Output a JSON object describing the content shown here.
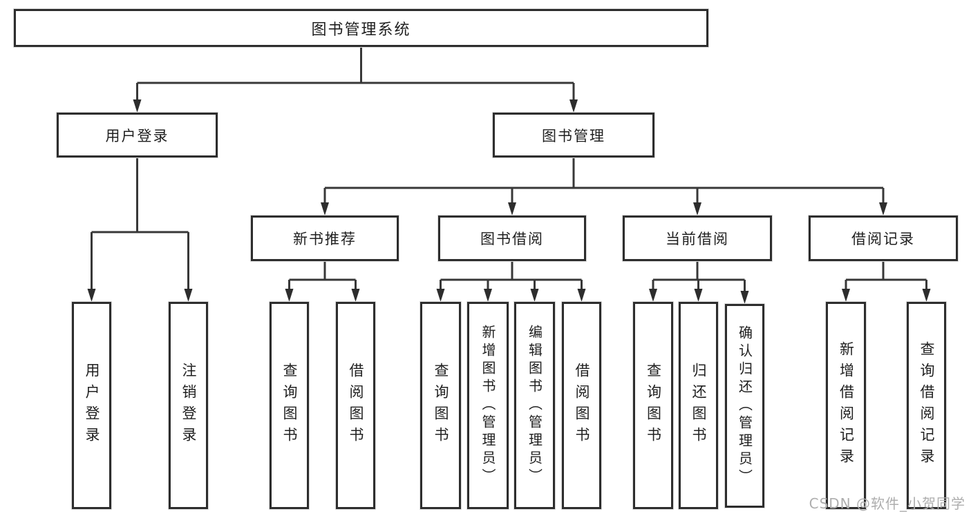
{
  "nodes": {
    "root": {
      "label": "图书管理系统"
    },
    "l2": [
      {
        "label": "用户登录"
      },
      {
        "label": "图书管理"
      }
    ],
    "l3": [
      {
        "label": "新书推荐"
      },
      {
        "label": "图书借阅"
      },
      {
        "label": "当前借阅"
      },
      {
        "label": "借阅记录"
      }
    ],
    "leaves": {
      "userLogin": [
        {
          "label": "用户登录"
        },
        {
          "label": "注销登录"
        }
      ],
      "newRec": [
        {
          "label": "查询图书"
        },
        {
          "label": "借阅图书"
        }
      ],
      "bookBorrow": [
        {
          "label": "查询图书"
        },
        {
          "label": "新增图书（管理员）"
        },
        {
          "label": "编辑图书（管理员）"
        },
        {
          "label": "借阅图书"
        }
      ],
      "curBorrow": [
        {
          "label": "查询图书"
        },
        {
          "label": "归还图书"
        },
        {
          "label": "确认归还（管理员）"
        }
      ],
      "records": [
        {
          "label": "新增借阅记录"
        },
        {
          "label": "查询借阅记录"
        }
      ]
    }
  },
  "watermark": "CSDN @软件_小贺同学",
  "colors": {
    "background": "#ffffff",
    "box_border": "#2d2d2d",
    "connector": "#383838",
    "text": "#1f1f1f",
    "watermark": "#aeaeae"
  }
}
